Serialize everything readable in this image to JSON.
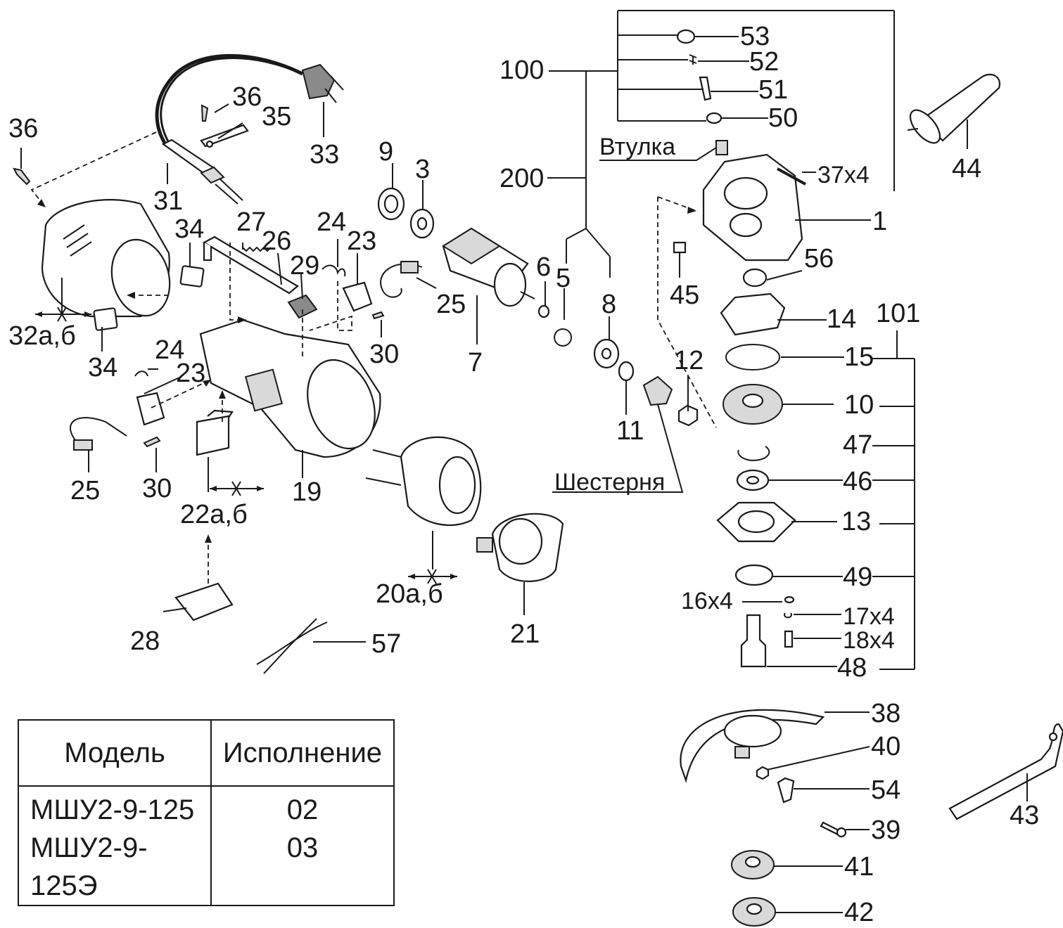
{
  "callouts": {
    "c1": "1",
    "c3": "3",
    "c5": "5",
    "c6": "6",
    "c7": "7",
    "c8": "8",
    "c9": "9",
    "c10": "10",
    "c11": "11",
    "c12": "12",
    "c13": "13",
    "c14": "14",
    "c15": "15",
    "c16": "16x4",
    "c17": "17x4",
    "c18": "18x4",
    "c19": "19",
    "c20": "20а,б",
    "c21": "21",
    "c22": "22а,б",
    "c23a": "23",
    "c23b": "23",
    "c24a": "24",
    "c24b": "24",
    "c25a": "25",
    "c25b": "25",
    "c26": "26",
    "c27": "27",
    "c28": "28",
    "c29": "29",
    "c30a": "30",
    "c30b": "30",
    "c31": "31",
    "c32": "32а,б",
    "c33": "33",
    "c34a": "34",
    "c34b": "34",
    "c35": "35",
    "c36a": "36",
    "c36b": "36",
    "c37": "37x4",
    "c38": "38",
    "c39": "39",
    "c40": "40",
    "c41": "41",
    "c42": "42",
    "c43": "43",
    "c44": "44",
    "c45": "45",
    "c46": "46",
    "c47": "47",
    "c48": "48",
    "c49": "49",
    "c50": "50",
    "c51": "51",
    "c52": "52",
    "c53": "53",
    "c54": "54",
    "c56": "56",
    "c57": "57",
    "c100": "100",
    "c101": "101",
    "c200": "200"
  },
  "annotations": {
    "bushing": "Втулка",
    "gear": "Шестерня"
  },
  "model_table": {
    "headers": [
      "Модель",
      "Исполнение"
    ],
    "rows": [
      {
        "model": "МШУ2-9-125",
        "version": "02"
      },
      {
        "model": "МШУ2-9-125Э",
        "version": "03"
      }
    ]
  }
}
